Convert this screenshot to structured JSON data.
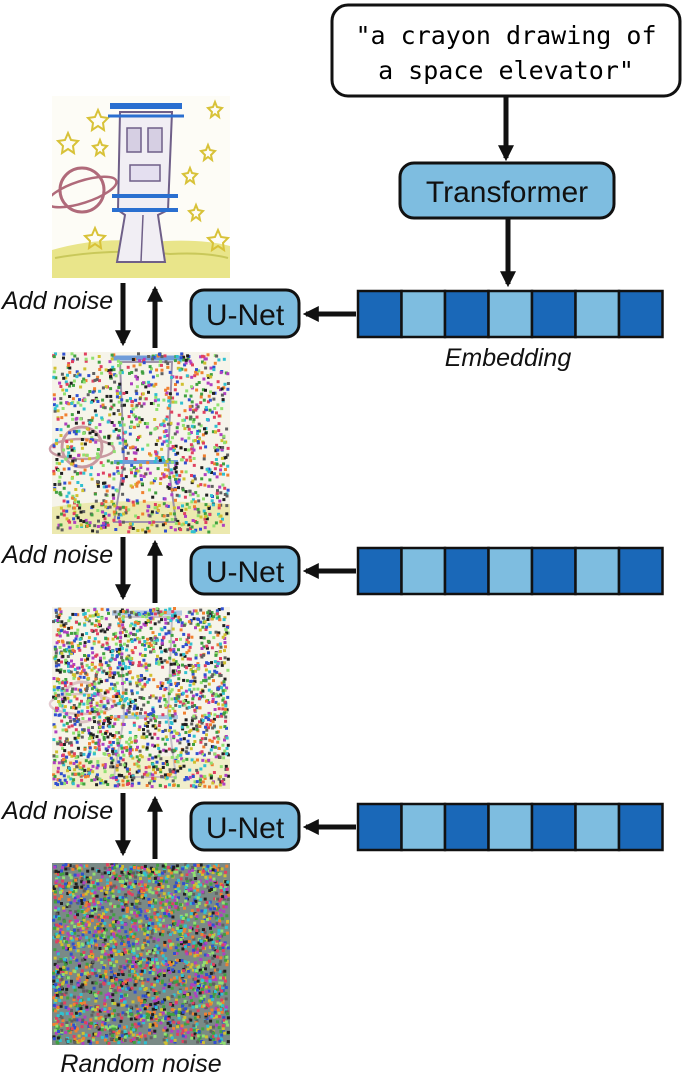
{
  "prompt": {
    "line1": "\"a crayon drawing of",
    "line2": "a space elevator\""
  },
  "transformer_label": "Transformer",
  "embedding_label": "Embedding",
  "unet_label": "U-Net",
  "add_noise_label": "Add noise",
  "random_noise_label": "Random noise",
  "embedding_cells": [
    "dark",
    "light",
    "dark",
    "light",
    "dark",
    "light",
    "dark"
  ],
  "colors": {
    "dark_blue": "#1a68b8",
    "light_blue": "#7ebde0",
    "box_fill": "#7ebde0",
    "stroke": "#111111"
  },
  "noise_levels": [
    0,
    0.35,
    0.65,
    1.0
  ]
}
